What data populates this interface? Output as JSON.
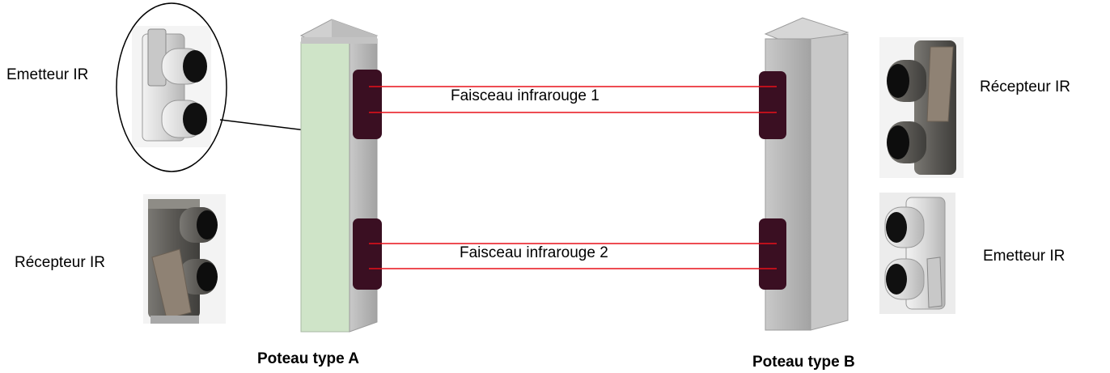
{
  "labels": {
    "left_top": "Emetteur IR",
    "left_bottom": "Récepteur IR",
    "right_top": "Récepteur IR",
    "right_bottom": "Emetteur IR",
    "beam_1": "Faisceau infrarouge 1",
    "beam_2": "Faisceau infrarouge 2",
    "post_a": "Poteau type A",
    "post_b": "Poteau type B"
  },
  "colors": {
    "beam": "#e8101a",
    "post_face": "#cfe4c8",
    "post_side": "#b7b7b7",
    "lens_window": "#3a0f22",
    "device_light": "#d9d9d9",
    "device_dark": "#5e5c57",
    "bracket": "#8f8274"
  },
  "icons": [
    "ir-emitter-device",
    "ir-receiver-device",
    "post-cap",
    "arrow"
  ]
}
